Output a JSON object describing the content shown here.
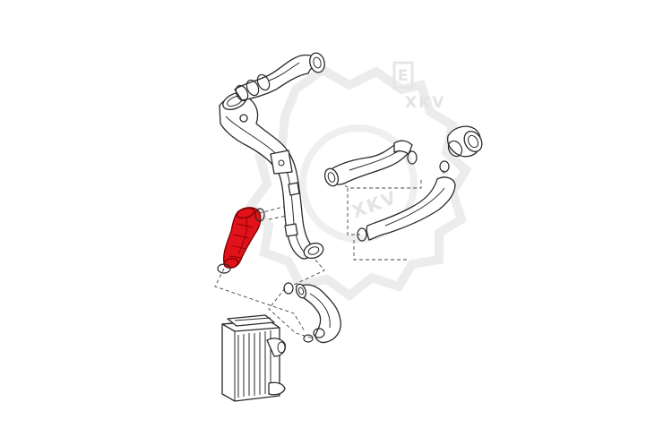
{
  "watermark": {
    "brand_top": "XKV",
    "brand_mid": "XKV",
    "letter": "E"
  },
  "diagram": {
    "highlight_color": "#e2121a",
    "line_color": "#2a2a2a",
    "watermark_color": "#e3e3e3"
  }
}
